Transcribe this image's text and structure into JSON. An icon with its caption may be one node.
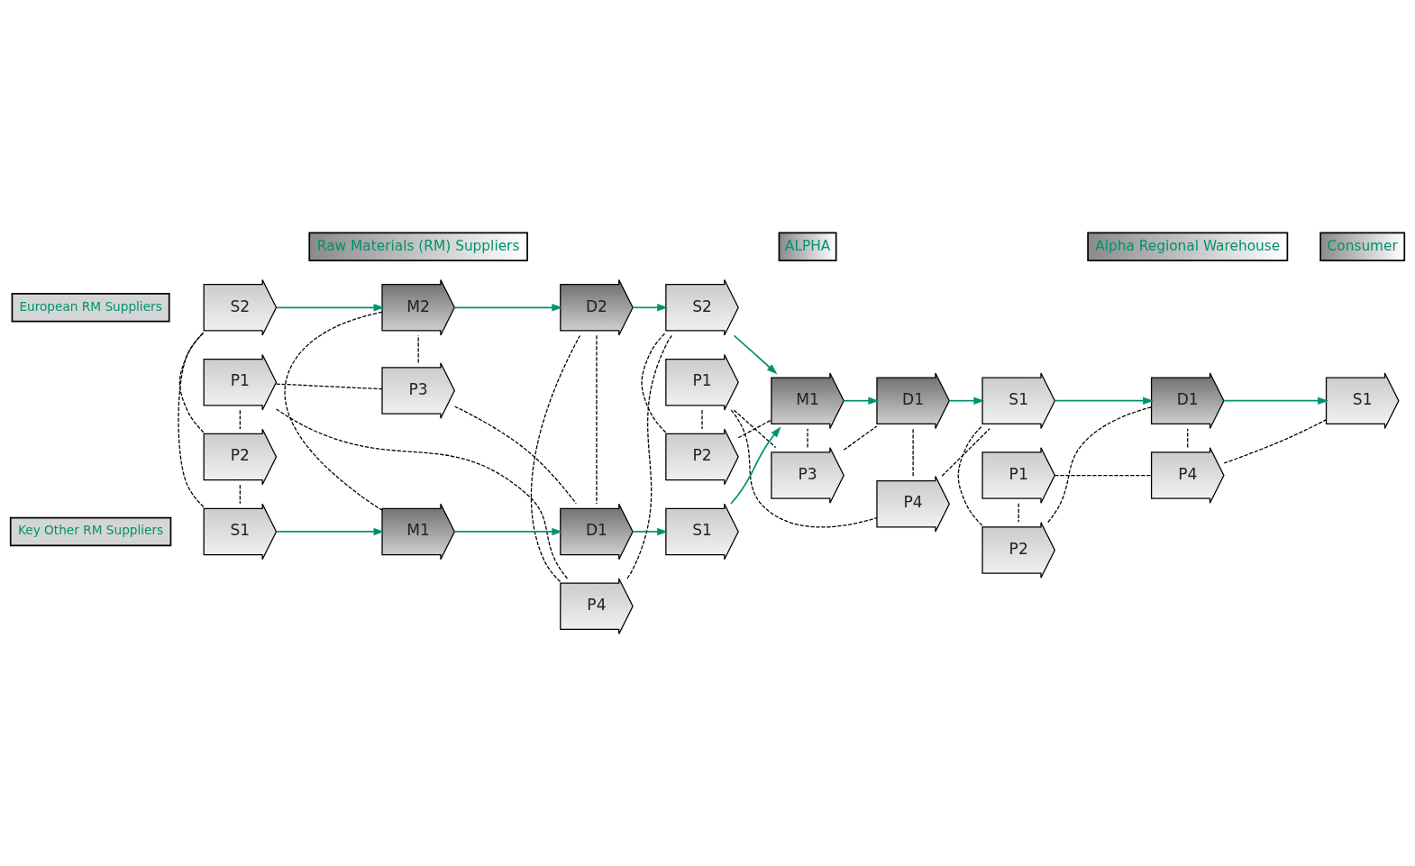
{
  "diagram": {
    "nodes": [
      {
        "text": [
          "European RM Suppliers"
        ]
      },
      {
        "text": [
          "Key Other RM Suppliers"
        ]
      },
      {
        "text": [
          "P1"
        ]
      },
      {
        "text": [
          "P2"
        ]
      },
      {
        "text": [
          "P3"
        ]
      },
      {
        "text": [
          "P4"
        ]
      },
      {
        "text": [
          "S2"
        ]
      },
      {
        "text": [
          "M2"
        ]
      },
      {
        "text": [
          "D2"
        ]
      },
      {
        "text": [
          "S1"
        ]
      },
      {
        "text": [
          "M1"
        ]
      },
      {
        "text": [
          "D1"
        ]
      },
      {
        "text": [
          "P1"
        ]
      },
      {
        "text": [
          "P2"
        ]
      },
      {
        "text": [
          "P3"
        ]
      },
      {
        "text": [
          "P4"
        ]
      },
      {
        "text": [
          "S2"
        ]
      },
      {
        "text": [
          "M1"
        ]
      },
      {
        "text": [
          "D1"
        ]
      },
      {
        "text": [
          "S1"
        ]
      },
      {
        "text": [
          "P1"
        ]
      },
      {
        "text": [
          "P2"
        ]
      },
      {
        "text": [
          "P4"
        ]
      },
      {
        "text": [
          "S1"
        ]
      },
      {
        "text": [
          "D1"
        ]
      },
      {
        "text": [
          "S1"
        ]
      },
      {
        "text": [
          "Raw Materials (RM) Suppliers"
        ]
      },
      {
        "text": [
          "ALPHA"
        ]
      },
      {
        "text": [
          "Alpha Regional Warehouse"
        ]
      },
      {
        "text": [
          "Consumer"
        ]
      }
    ],
    "edges": [
      {
        "from": 2,
        "to": 3,
        "arrow": "none",
        "style": "dashed"
      },
      {
        "from": 2,
        "to": 4,
        "arrow": "none",
        "style": "dashed"
      },
      {
        "from": 2,
        "to": 5,
        "arrow": "none",
        "style": "dashed"
      },
      {
        "from": 12,
        "to": 13,
        "arrow": "none",
        "style": "dashed"
      },
      {
        "from": 12,
        "to": 14,
        "arrow": "none",
        "style": "dashed"
      },
      {
        "from": 12,
        "to": 15,
        "arrow": "none",
        "style": "dashed"
      },
      {
        "from": 20,
        "to": 21,
        "arrow": "none",
        "style": "dashed"
      },
      {
        "from": 20,
        "to": 22,
        "arrow": "none",
        "style": "dashed"
      },
      {
        "from": 3,
        "to": 6,
        "arrow": "none",
        "style": "dashed"
      },
      {
        "from": 3,
        "to": 9,
        "arrow": "none",
        "style": "dashed"
      },
      {
        "from": 6,
        "to": 9,
        "arrow": "none",
        "style": "dashed"
      },
      {
        "from": 4,
        "to": 7,
        "arrow": "none",
        "style": "dashed"
      },
      {
        "from": 4,
        "to": 11,
        "arrow": "none",
        "style": "dashed"
      },
      {
        "from": 7,
        "to": 10,
        "arrow": "none",
        "style": "dashed"
      },
      {
        "from": 5,
        "to": 8,
        "arrow": "none",
        "style": "dashed"
      },
      {
        "from": 8,
        "to": 11,
        "arrow": "none",
        "style": "dashed"
      },
      {
        "from": 5,
        "to": 16,
        "arrow": "none",
        "style": "dashed"
      },
      {
        "from": 13,
        "to": 16,
        "arrow": "none",
        "style": "dashed"
      },
      {
        "from": 13,
        "to": 17,
        "arrow": "none",
        "style": "dashed"
      },
      {
        "from": 14,
        "to": 17,
        "arrow": "none",
        "style": "dashed"
      },
      {
        "from": 14,
        "to": 18,
        "arrow": "none",
        "style": "dashed"
      },
      {
        "from": 15,
        "to": 18,
        "arrow": "none",
        "style": "dashed"
      },
      {
        "from": 15,
        "to": 23,
        "arrow": "none",
        "style": "dashed"
      },
      {
        "from": 21,
        "to": 23,
        "arrow": "none",
        "style": "dashed"
      },
      {
        "from": 21,
        "to": 24,
        "arrow": "none",
        "style": "dashed"
      },
      {
        "from": 22,
        "to": 24,
        "arrow": "none",
        "style": "dashed"
      },
      {
        "from": 22,
        "to": 25,
        "arrow": "none",
        "style": "dashed"
      },
      {
        "from": 6,
        "to": 7,
        "arrow": "to",
        "color": "#009270"
      },
      {
        "from": 7,
        "to": 8,
        "arrow": "to",
        "color": "#009270"
      },
      {
        "from": 9,
        "to": 10,
        "arrow": "to",
        "color": "#009270"
      },
      {
        "from": 10,
        "to": 11,
        "arrow": "to",
        "color": "#009270"
      },
      {
        "from": 8,
        "to": 16,
        "arrow": "to",
        "color": "#009270"
      },
      {
        "from": 11,
        "to": 19,
        "arrow": "to",
        "color": "#009270"
      },
      {
        "from": 16,
        "to": 17,
        "arrow": "to",
        "color": "#009270"
      },
      {
        "from": 19,
        "to": 17,
        "arrow": "to",
        "color": "#009270"
      },
      {
        "from": 17,
        "to": 18,
        "arrow": "to",
        "color": "#009270"
      },
      {
        "from": 18,
        "to": 23,
        "arrow": "to",
        "color": "#009270"
      },
      {
        "from": 23,
        "to": 24,
        "arrow": "to",
        "color": "#009270"
      },
      {
        "from": 24,
        "to": 25,
        "arrow": "to",
        "color": "#009270"
      }
    ]
  }
}
